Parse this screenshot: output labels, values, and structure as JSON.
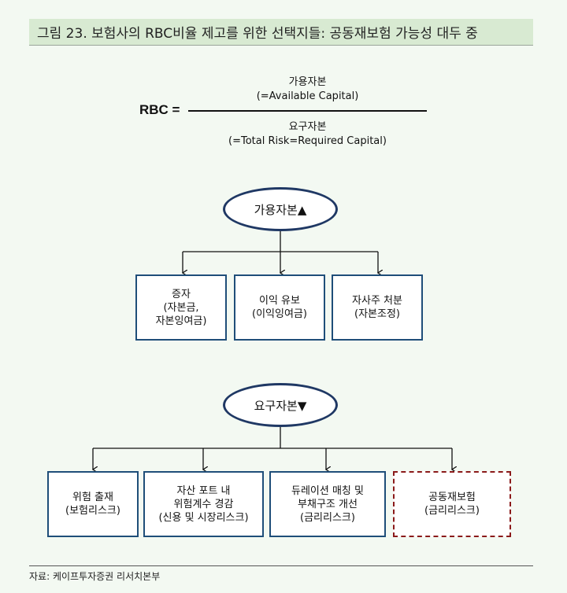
{
  "title": "그림 23. 보험사의 RBC비율 제고를 위한 선택지들: 공동재보험 가능성 대두 중",
  "formula": {
    "label": "RBC =",
    "numerator_line1": "가용자본",
    "numerator_line2": "(=Available Capital)",
    "denominator_line1": "요구자본",
    "denominator_line2": "(=Total Risk=Required Capital)"
  },
  "available": {
    "node": "가용자본▲",
    "boxes": [
      {
        "lines": [
          "증자",
          "(자본금,",
          "자본잉여금)"
        ]
      },
      {
        "lines": [
          "이익 유보",
          "(이익잉여금)"
        ]
      },
      {
        "lines": [
          "자사주 처분",
          "(자본조정)"
        ]
      }
    ]
  },
  "required": {
    "node": "요구자본▼",
    "boxes": [
      {
        "lines": [
          "위험 출재",
          "(보험리스크)"
        ]
      },
      {
        "lines": [
          "자산 포트 내",
          "위험계수 경감",
          "(신용 및 시장리스크)"
        ]
      },
      {
        "lines": [
          "듀레이션 매칭 및",
          "부채구조 개선",
          "(금리리스크)"
        ]
      },
      {
        "lines": [
          "공동재보험",
          "(금리리스크)"
        ]
      }
    ]
  },
  "colors": {
    "box_border": "#1f4e79",
    "highlight_border": "#8b1a1a",
    "title_bg": "#d8ead2"
  },
  "footer": "자료: 케이프투자증권 리서치본부"
}
